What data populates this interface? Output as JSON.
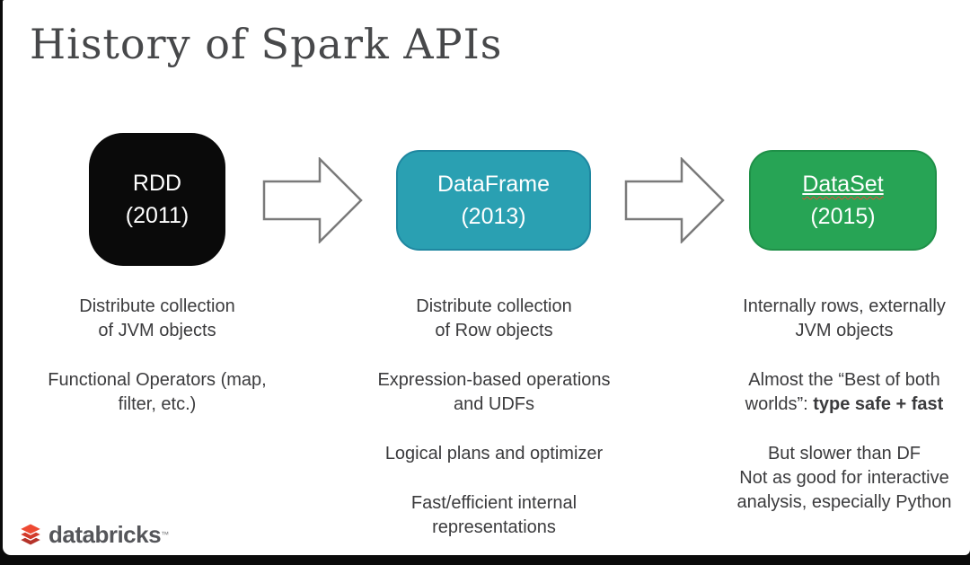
{
  "slide": {
    "title": "History of Spark APIs",
    "background": "#ffffff",
    "frame_color": "#0b0b0b",
    "title_color": "#47484a",
    "body_text_color": "#3b3b3d"
  },
  "timeline": {
    "arrow_icon": "block-arrow-right",
    "arrow_outline_color": "#7a7a7a",
    "nodes": [
      {
        "name": "RDD",
        "year": "(2011)",
        "color": "#0a0a0a",
        "border_color": "#0a0a0a",
        "text_color": "#ffffff",
        "underlined": false
      },
      {
        "name": "DataFrame",
        "year": "(2013)",
        "color": "#2aa0b2",
        "border_color": "#1f87a0",
        "text_color": "#ffffff",
        "underlined": false
      },
      {
        "name": "DataSet",
        "year": "(2015)",
        "color": "#27a455",
        "border_color": "#1f9048",
        "text_color": "#ffffff",
        "underlined": true,
        "underline_squiggle_color": "#e04f3f"
      }
    ]
  },
  "notes": {
    "rdd": {
      "p1l1": "Distribute collection",
      "p1l2": "of JVM objects",
      "p2l1": "Functional Operators (map,",
      "p2l2": "filter, etc.)"
    },
    "dataframe": {
      "p1l1": "Distribute collection",
      "p1l2": "of Row objects",
      "p2l1": "Expression-based operations",
      "p2l2": "and UDFs",
      "p3l1": "Logical plans and optimizer",
      "p4l1": "Fast/efficient internal",
      "p4l2": "representations"
    },
    "dataset": {
      "p1l1": "Internally rows, externally",
      "p1l2": "JVM objects",
      "p2l1": "Almost the “Best of both",
      "p2l2_normal": "worlds”: ",
      "p2l2_bold": "type safe + fast",
      "p3l1": "But slower than DF",
      "p3l2": "Not as good for interactive",
      "p3l3": "analysis, especially Python"
    }
  },
  "logo": {
    "icon": "databricks-bricks-icon",
    "text": "databricks",
    "trademark": "™",
    "icon_color": "#d63f2e",
    "text_color": "#55565a"
  }
}
